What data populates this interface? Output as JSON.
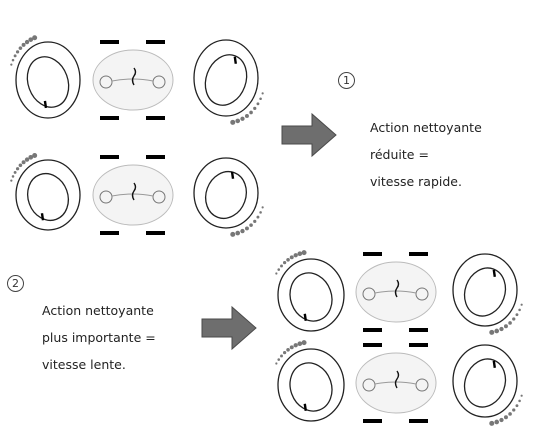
{
  "steps": [
    {
      "number": "1",
      "lines": [
        "Action nettoyante",
        "réduite =",
        "vitesse rapide."
      ]
    },
    {
      "number": "2",
      "lines": [
        "Action nettoyante",
        "plus importante =",
        "vitesse lente."
      ]
    }
  ],
  "colors": {
    "stroke": "#222222",
    "dots": "#777777",
    "arrow_fill": "#6e6e6e",
    "arrow_stroke": "#4a4a4a",
    "center_panel": "#f4f4f4"
  }
}
